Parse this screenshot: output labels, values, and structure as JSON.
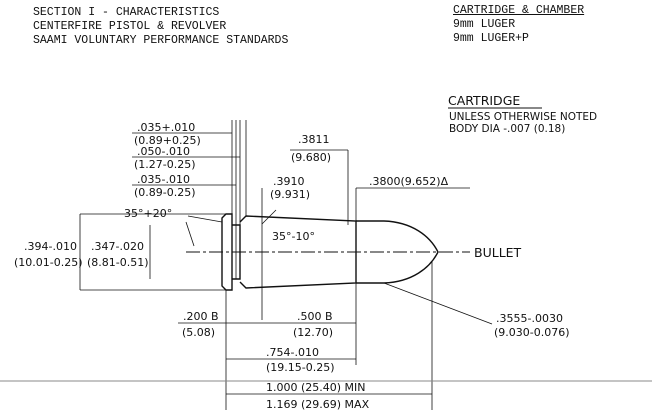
{
  "header": {
    "left_lines": [
      "SECTION I - CHARACTERISTICS",
      "CENTERFIRE PISTOL & REVOLVER",
      "SAAMI VOLUNTARY PERFORMANCE STANDARDS"
    ],
    "right_title": "CARTRIDGE & CHAMBER",
    "right_lines": [
      "9mm LUGER",
      "9mm LUGER+P"
    ]
  },
  "drawing": {
    "title": "CARTRIDGE",
    "notes": [
      "UNLESS OTHERWISE NOTED",
      "BODY DIA -.007 (0.18)"
    ],
    "bullet_label": "BULLET",
    "dims": {
      "rim_thickness": [
        ".035+.010",
        "(0.89+0.25)"
      ],
      "extractor_groove": [
        ".050-.010",
        "(1.27-0.25)"
      ],
      "bevel": [
        ".035-.010",
        "(0.89-0.25)"
      ],
      "rim_angle": "35°+20°",
      "case_base_dia": [
        ".3811",
        "(9.680)"
      ],
      "groove_dia": [
        ".3910",
        "(9.931)"
      ],
      "case_mouth_dia": ".3800(9.652)Δ",
      "groove_angle": "35°-10°",
      "rim_dia": [
        ".394-.010",
        "(10.01-0.25)"
      ],
      "groove_dia2": [
        ".347-.020",
        "(8.81-0.51)"
      ],
      "base_length": [
        ".200 B",
        "(5.08)"
      ],
      "body_length": [
        ".500 B",
        "(12.70)"
      ],
      "case_length": [
        ".754-.010",
        "(19.15-0.25)"
      ],
      "bullet_dia": [
        ".3555-.0030",
        "(9.030-0.076)"
      ],
      "oal_min": "1.000 (25.40) MIN",
      "oal_max": "1.169 (29.69) MAX"
    }
  }
}
